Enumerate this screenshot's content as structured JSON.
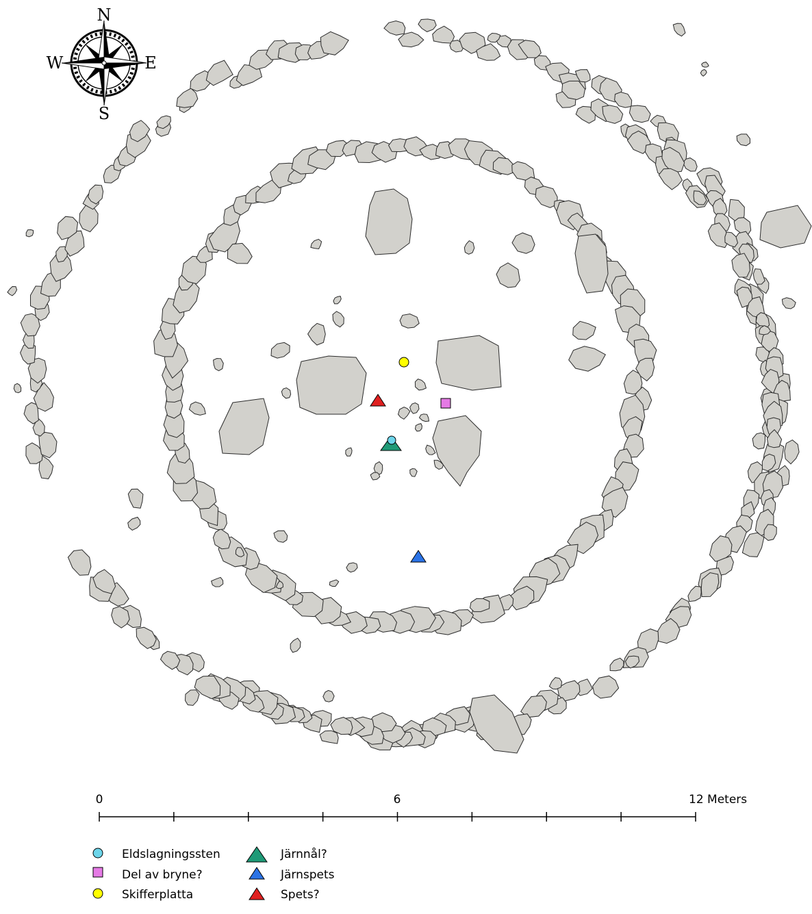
{
  "compass": {
    "north": "N",
    "south": "S",
    "east": "E",
    "west": "W"
  },
  "scale_bar": {
    "label_start": "0",
    "label_mid": "6",
    "label_end": "12 Meters"
  },
  "legend": {
    "col1": [
      "Eldslagningssten",
      "Del av bryne?",
      "Skifferplatta"
    ],
    "col2": [
      "Järnnål?",
      "Järnspets",
      "Spets?"
    ]
  },
  "colors": {
    "stone_fill": "#d2d1cc",
    "eldslagningssten": "#6dd5ea",
    "del_av_bryne": "#e57ae5",
    "skifferplatta": "#ffff00",
    "jarnnal": "#1f9a77",
    "jarnspets": "#2b73e6",
    "spets": "#e02020"
  },
  "icons": [
    "compass-rose-icon",
    "circle-marker-icon",
    "square-marker-icon",
    "triangle-marker-icon"
  ]
}
